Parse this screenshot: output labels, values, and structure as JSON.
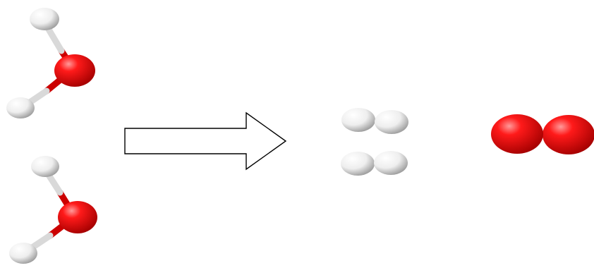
{
  "diagram": {
    "colors": {
      "oxygen": "#e00000",
      "hydrogen": "#f0f0f0",
      "arrow_fill": "#ffffff",
      "arrow_stroke": "#000000",
      "bond_oxygen_side": "#cc0000",
      "bond_hydrogen_side": "#d9d9d9"
    },
    "reactants": [
      {
        "molecule": "water",
        "atoms": [
          "hydrogen",
          "oxygen",
          "hydrogen"
        ]
      },
      {
        "molecule": "water",
        "atoms": [
          "hydrogen",
          "oxygen",
          "hydrogen"
        ]
      }
    ],
    "arrow": {
      "direction": "right",
      "style": "outline"
    },
    "products": [
      {
        "molecule": "hydrogen",
        "atoms": [
          "hydrogen",
          "hydrogen"
        ]
      },
      {
        "molecule": "hydrogen",
        "atoms": [
          "hydrogen",
          "hydrogen"
        ]
      },
      {
        "molecule": "oxygen",
        "atoms": [
          "oxygen",
          "oxygen"
        ]
      }
    ]
  }
}
